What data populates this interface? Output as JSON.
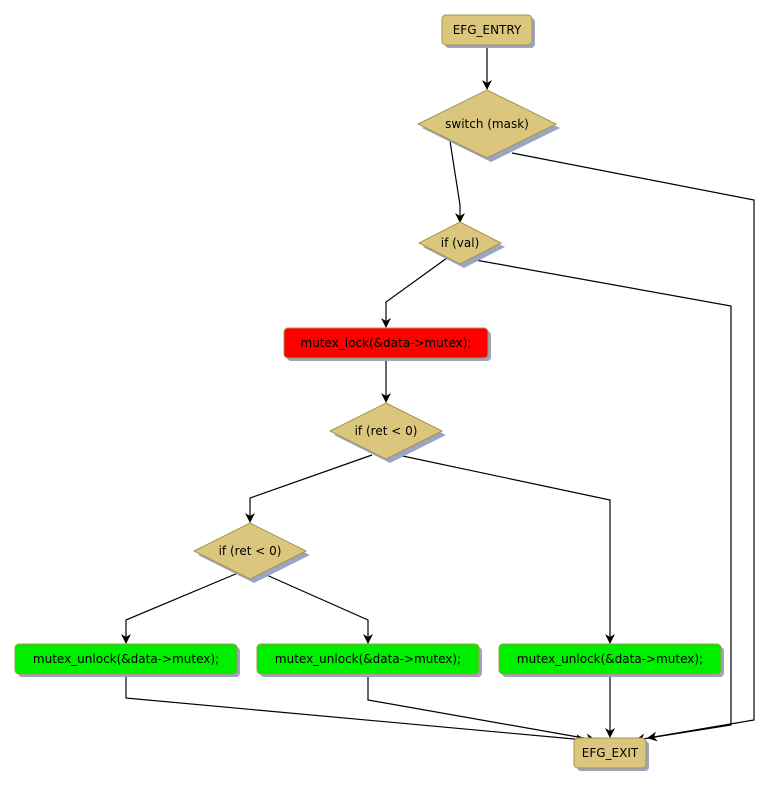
{
  "diagram": {
    "type": "control-flow-graph",
    "colors": {
      "default_fill": "#dbc67e",
      "default_stroke": "#a89548",
      "lock_fill": "#ff0000",
      "unlock_fill": "#00ee00",
      "shadow": "#9aa4c4",
      "edge": "#000000"
    },
    "nodes": [
      {
        "id": "entry",
        "shape": "box",
        "label": "EFG_ENTRY",
        "style": "default"
      },
      {
        "id": "switch",
        "shape": "diamond",
        "label": "switch (mask)",
        "style": "default"
      },
      {
        "id": "ifval",
        "shape": "diamond",
        "label": "if (val)",
        "style": "default"
      },
      {
        "id": "lock",
        "shape": "box",
        "label": "mutex_lock(&data->mutex);",
        "style": "lock"
      },
      {
        "id": "ifret1",
        "shape": "diamond",
        "label": "if (ret < 0)",
        "style": "default"
      },
      {
        "id": "ifret2",
        "shape": "diamond",
        "label": "if (ret < 0)",
        "style": "default"
      },
      {
        "id": "unlock1",
        "shape": "box",
        "label": "mutex_unlock(&data->mutex);",
        "style": "unlock"
      },
      {
        "id": "unlock2",
        "shape": "box",
        "label": "mutex_unlock(&data->mutex);",
        "style": "unlock"
      },
      {
        "id": "unlock3",
        "shape": "box",
        "label": "mutex_unlock(&data->mutex);",
        "style": "unlock"
      },
      {
        "id": "exit",
        "shape": "box",
        "label": "EFG_EXIT",
        "style": "default"
      }
    ],
    "edges": [
      {
        "from": "entry",
        "to": "switch"
      },
      {
        "from": "switch",
        "to": "ifval"
      },
      {
        "from": "switch",
        "to": "exit"
      },
      {
        "from": "ifval",
        "to": "lock"
      },
      {
        "from": "ifval",
        "to": "exit"
      },
      {
        "from": "lock",
        "to": "ifret1"
      },
      {
        "from": "ifret1",
        "to": "ifret2"
      },
      {
        "from": "ifret1",
        "to": "unlock3"
      },
      {
        "from": "ifret2",
        "to": "unlock1"
      },
      {
        "from": "ifret2",
        "to": "unlock2"
      },
      {
        "from": "unlock1",
        "to": "exit"
      },
      {
        "from": "unlock2",
        "to": "exit"
      },
      {
        "from": "unlock3",
        "to": "exit"
      }
    ]
  }
}
